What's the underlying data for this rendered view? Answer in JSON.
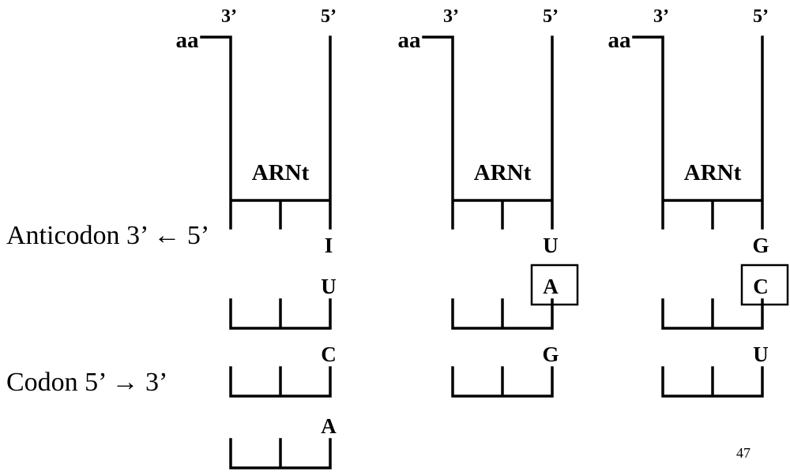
{
  "left_labels": {
    "anticodon": "Anticodon 3’ ← 5’",
    "codon": "Codon 5’ → 3’"
  },
  "trnas": [
    {
      "aa_label": "aa",
      "end3_label": "3’",
      "end5_label": "5’",
      "name": "ARNt",
      "wobble_base": "I",
      "codon_rows": [
        {
          "base": "U",
          "boxed": false
        },
        {
          "base": "C",
          "boxed": false
        },
        {
          "base": "A",
          "boxed": false
        }
      ]
    },
    {
      "aa_label": "aa",
      "end3_label": "3’",
      "end5_label": "5’",
      "name": "ARNt",
      "wobble_base": "U",
      "codon_rows": [
        {
          "base": "A",
          "boxed": true
        },
        {
          "base": "G",
          "boxed": false
        }
      ]
    },
    {
      "aa_label": "aa",
      "end3_label": "3’",
      "end5_label": "5’",
      "name": "ARNt",
      "wobble_base": "G",
      "codon_rows": [
        {
          "base": "C",
          "boxed": true
        },
        {
          "base": "U",
          "boxed": false
        }
      ]
    }
  ],
  "page_number": "47"
}
